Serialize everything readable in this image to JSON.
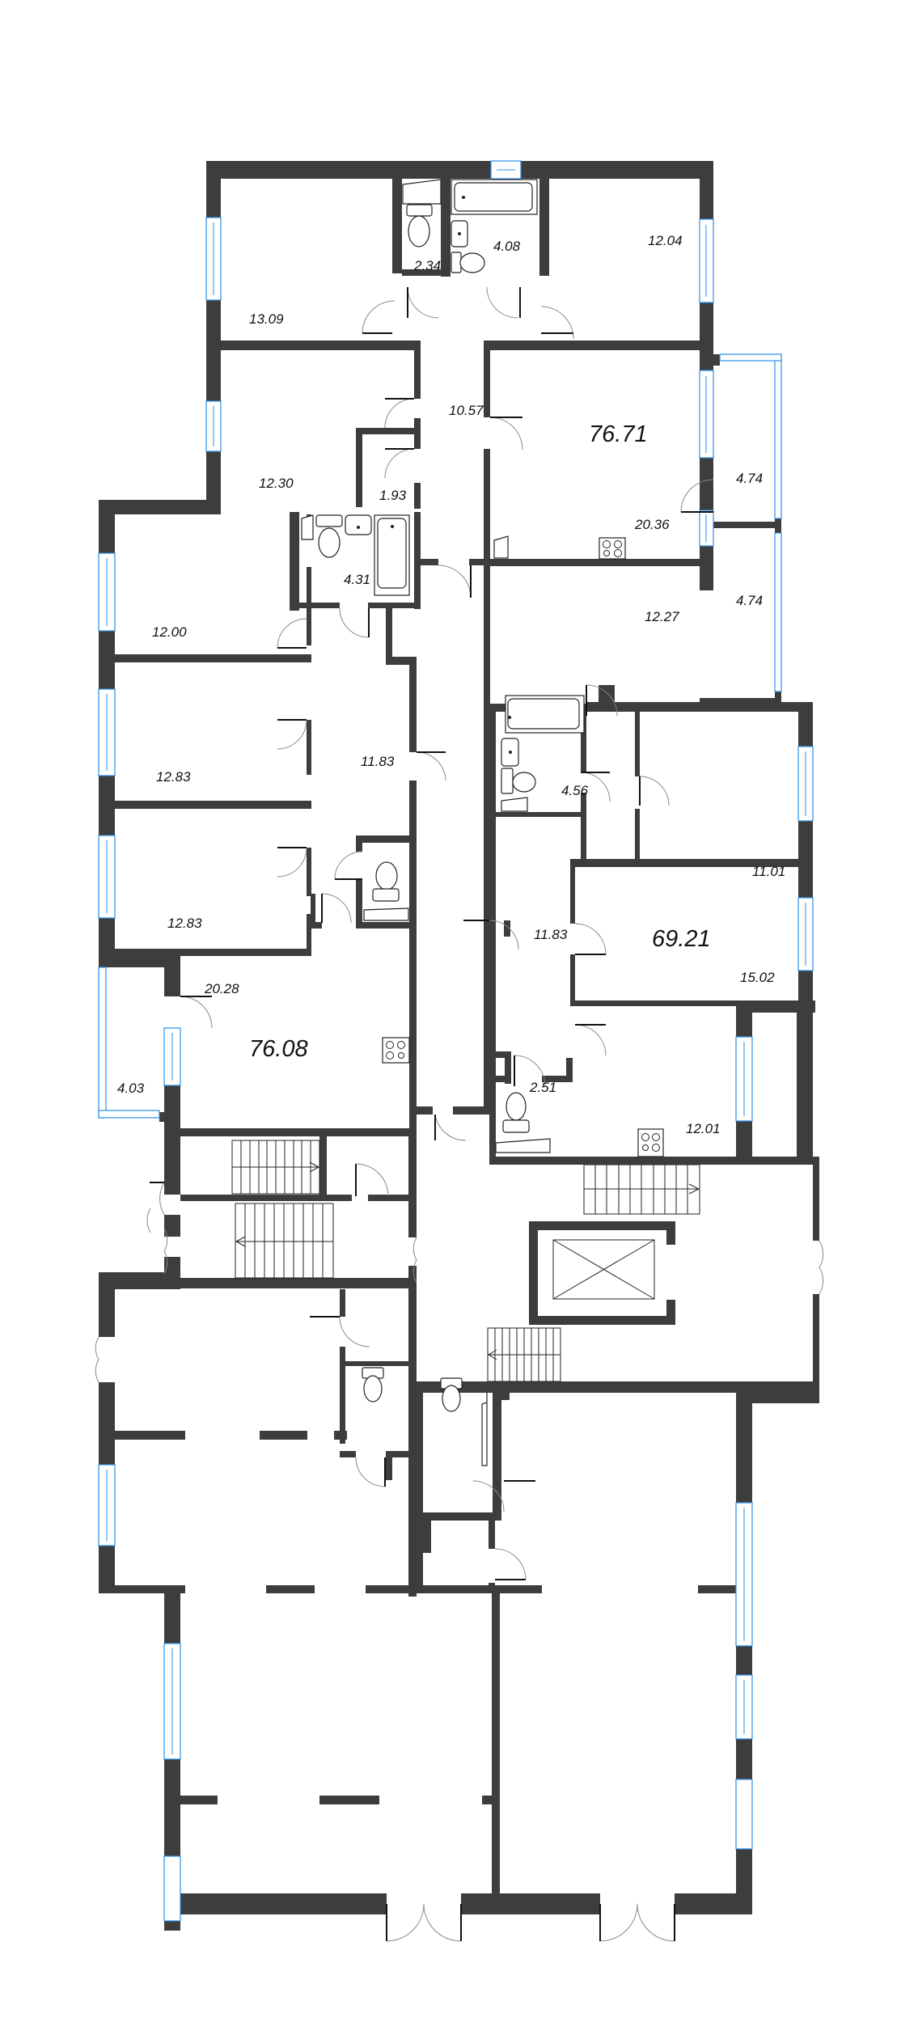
{
  "plan": {
    "title": "",
    "colors": {
      "wall": "#3d3d3d",
      "window": "#2b8fe6",
      "background": "#ffffff"
    },
    "apartments": [
      {
        "name": "apartment-north-76.71",
        "total_area": "76.71",
        "rooms": [
          {
            "id": "room_13_09",
            "area": "13.09",
            "type": "bedroom"
          },
          {
            "id": "wc_2_34",
            "area": "2.34",
            "type": "toilet"
          },
          {
            "id": "bath_4_08",
            "area": "4.08",
            "type": "bathroom"
          },
          {
            "id": "room_12_04",
            "area": "12.04",
            "type": "bedroom"
          },
          {
            "id": "hall_10_57",
            "area": "10.57",
            "type": "hallway"
          },
          {
            "id": "room_12_30",
            "area": "12.30",
            "type": "bedroom"
          },
          {
            "id": "storage_1_93",
            "area": "1.93",
            "type": "storage"
          },
          {
            "id": "kitchen_20_36",
            "area": "20.36",
            "type": "kitchen-living"
          },
          {
            "id": "balcony_4_74_a",
            "area": "4.74",
            "type": "balcony"
          },
          {
            "id": "room_12_27",
            "area": "12.27",
            "type": "bedroom"
          },
          {
            "id": "balcony_4_74_b",
            "area": "4.74",
            "type": "balcony"
          }
        ]
      },
      {
        "name": "apartment-west-76.08",
        "total_area": "76.08",
        "rooms": [
          {
            "id": "bath_4_31",
            "area": "4.31",
            "type": "bathroom"
          },
          {
            "id": "room_12_00",
            "area": "12.00",
            "type": "bedroom"
          },
          {
            "id": "room_12_83_a",
            "area": "12.83",
            "type": "bedroom"
          },
          {
            "id": "room_12_83_b",
            "area": "12.83",
            "type": "bedroom"
          },
          {
            "id": "hall_11_83_w",
            "area": "11.83",
            "type": "hallway"
          },
          {
            "id": "kitchen_20_28",
            "area": "20.28",
            "type": "kitchen-living"
          },
          {
            "id": "balcony_4_03",
            "area": "4.03",
            "type": "balcony"
          }
        ]
      },
      {
        "name": "apartment-east-69.21",
        "total_area": "69.21",
        "rooms": [
          {
            "id": "bath_4_56",
            "area": "4.56",
            "type": "bathroom"
          },
          {
            "id": "room_11_01",
            "area": "11.01",
            "type": "bedroom"
          },
          {
            "id": "hall_11_83_e",
            "area": "11.83",
            "type": "hallway"
          },
          {
            "id": "room_15_02",
            "area": "15.02",
            "type": "bedroom"
          },
          {
            "id": "wc_2_51",
            "area": "2.51",
            "type": "toilet"
          },
          {
            "id": "kitchen_12_01",
            "area": "12.01",
            "type": "kitchen"
          }
        ]
      }
    ],
    "common": {
      "elevator": "elevator",
      "stairs": [
        "stair-west-upper",
        "stair-west-lower",
        "stair-east-upper",
        "stair-east-lower"
      ],
      "commercial_units": [
        "commercial-west",
        "commercial-east"
      ]
    }
  }
}
